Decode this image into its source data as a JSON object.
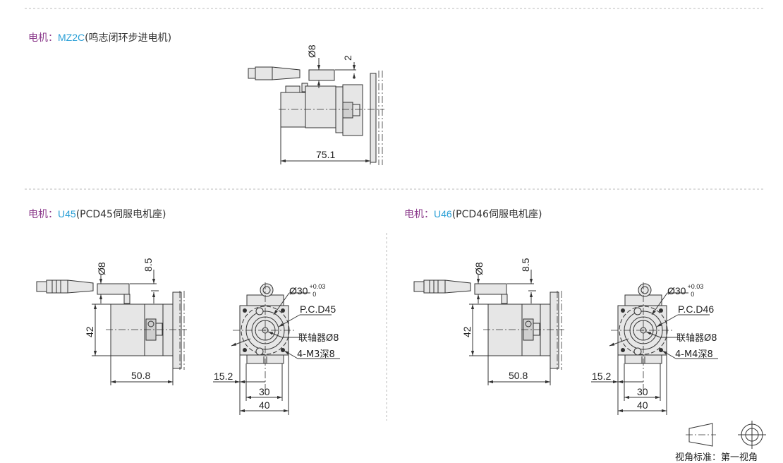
{
  "sections": [
    {
      "label": "电机：",
      "model": "MZ2C",
      "desc": "(鸣志闭环步进电机)",
      "dims": {
        "shaft_dia": "Ø8",
        "offset": "2",
        "length": "75.1"
      }
    },
    {
      "label": "电机：",
      "model": "U45",
      "desc": "(PCD45伺服电机座)",
      "dims": {
        "shaft_dia": "Ø8",
        "offset": "8.5",
        "height": "42",
        "length": "50.8",
        "bore": "Ø30",
        "tol_upper": "+0.03",
        "tol_lower": "0",
        "pcd": "P.C.D45",
        "coupling": "联轴器Ø8",
        "holes": "4-M3深8",
        "offset_x": "15.2",
        "width_inner": "30",
        "width_outer": "40"
      }
    },
    {
      "label": "电机：",
      "model": "U46",
      "desc": "(PCD46伺服电机座)",
      "dims": {
        "shaft_dia": "Ø8",
        "offset": "8.5",
        "height": "42",
        "length": "50.8",
        "bore": "Ø30",
        "tol_upper": "+0.03",
        "tol_lower": "0",
        "pcd": "P.C.D46",
        "coupling": "联轴器Ø8",
        "holes": "4-M4深8",
        "offset_x": "15.2",
        "width_inner": "30",
        "width_outer": "40"
      }
    }
  ],
  "projection": {
    "label": "视角标准：第一视角"
  },
  "colors": {
    "label": "#8b3a8b",
    "model": "#2a9fd6"
  }
}
